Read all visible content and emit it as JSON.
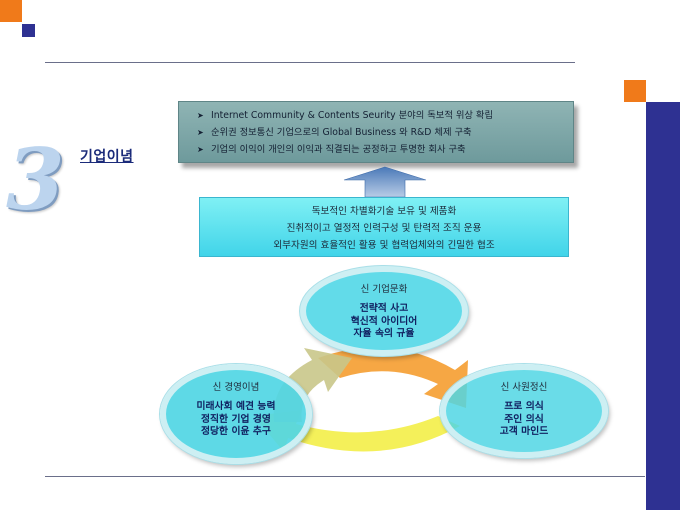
{
  "number": "3",
  "title": "기업이념",
  "vision": [
    "Internet Community & Contents Seurity 분야의 독보적 위상 확립",
    "순위권 정보통신 기업으로의 Global Business 와  R&D 체제 구축",
    "기업의 이익이 개인의 이익과 직결되는 공정하고 투명한 회사 구축"
  ],
  "strategy": [
    "독보적인 차별화기술 보유 및 제품화",
    "진취적이고 열정적 인력구성 및 탄력적 조직 운용",
    "외부자원의 효율적인 활용 및 협력업체와의 긴밀한 협조"
  ],
  "circles": {
    "culture": {
      "title": "신 기업문화",
      "items": [
        "전략적 사고",
        "혁신적 아이디어",
        "자율 속의 규율"
      ]
    },
    "management": {
      "title": "신 경영이념",
      "items": [
        "미래사회 예견 능력",
        "정직한 기업 경영",
        "정당한 이윤 추구"
      ]
    },
    "spirit": {
      "title": "신 사원정신",
      "items": [
        "프로 의식",
        "주인 의식",
        "고객 마인드"
      ]
    }
  },
  "colors": {
    "orange": "#f07a1a",
    "navy": "#2e3192",
    "vision_box": "#7fa8a9",
    "strategy_box": "#5fe2ee",
    "circle": "#5fd6e6",
    "arrow_orange": "#f6a23a",
    "arrow_yellow": "#f4f05a",
    "arrow_khaki": "#c9c78a"
  }
}
